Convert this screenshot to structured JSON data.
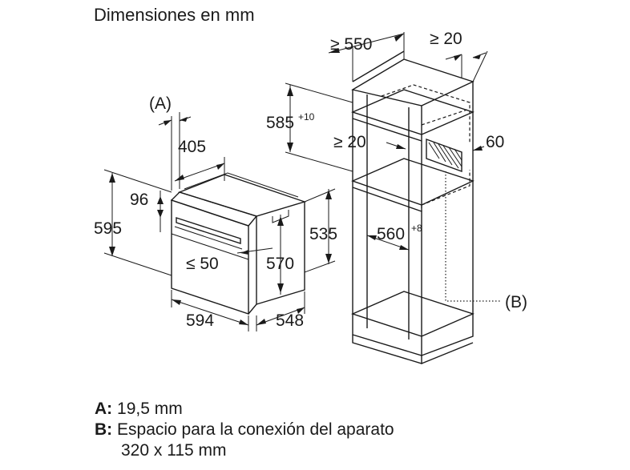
{
  "title": "Dimensiones en mm",
  "labels": {
    "a_marker": "(A)",
    "b_marker": "(B)",
    "ge550": "≥ 550",
    "ge20_top": "≥ 20",
    "d405": "405",
    "d585": "585",
    "d585_tol": "+10",
    "ge20_mid": "≥ 20",
    "d60": "60",
    "d96": "96",
    "d595": "595",
    "d535": "535",
    "d560": "560",
    "d560_tol": "+8",
    "le50": "≤ 50",
    "d570": "570",
    "d594": "594",
    "d548": "548"
  },
  "legend": [
    {
      "key": "A:",
      "text": "19,5 mm"
    },
    {
      "key": "B:",
      "text": "Espacio para la conexión del aparato",
      "text2": "320 x 115 mm"
    }
  ]
}
